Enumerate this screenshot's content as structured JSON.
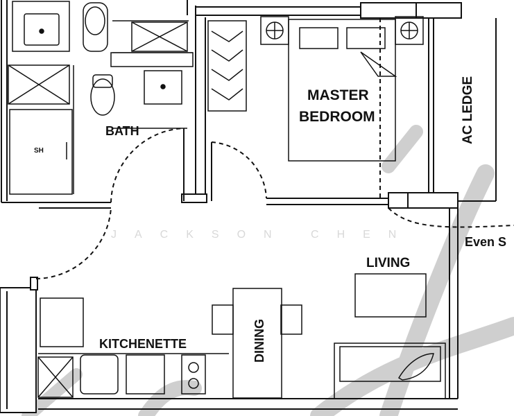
{
  "rooms": {
    "master_bedroom_line1": "MASTER",
    "master_bedroom_line2": "BEDROOM",
    "bath": "BATH",
    "ac_ledge": "AC LEDGE",
    "living": "LIVING",
    "dining": "DINING",
    "kitchenette": "KITCHENETTE",
    "shower_heater": "SH"
  },
  "annotations": {
    "even_text": "Even S"
  },
  "watermark": {
    "text": "JACKSON CHEN"
  },
  "colors": {
    "ink": "#111111",
    "wall_fill": "#ffffff",
    "watermark": "#cfcfcf"
  }
}
